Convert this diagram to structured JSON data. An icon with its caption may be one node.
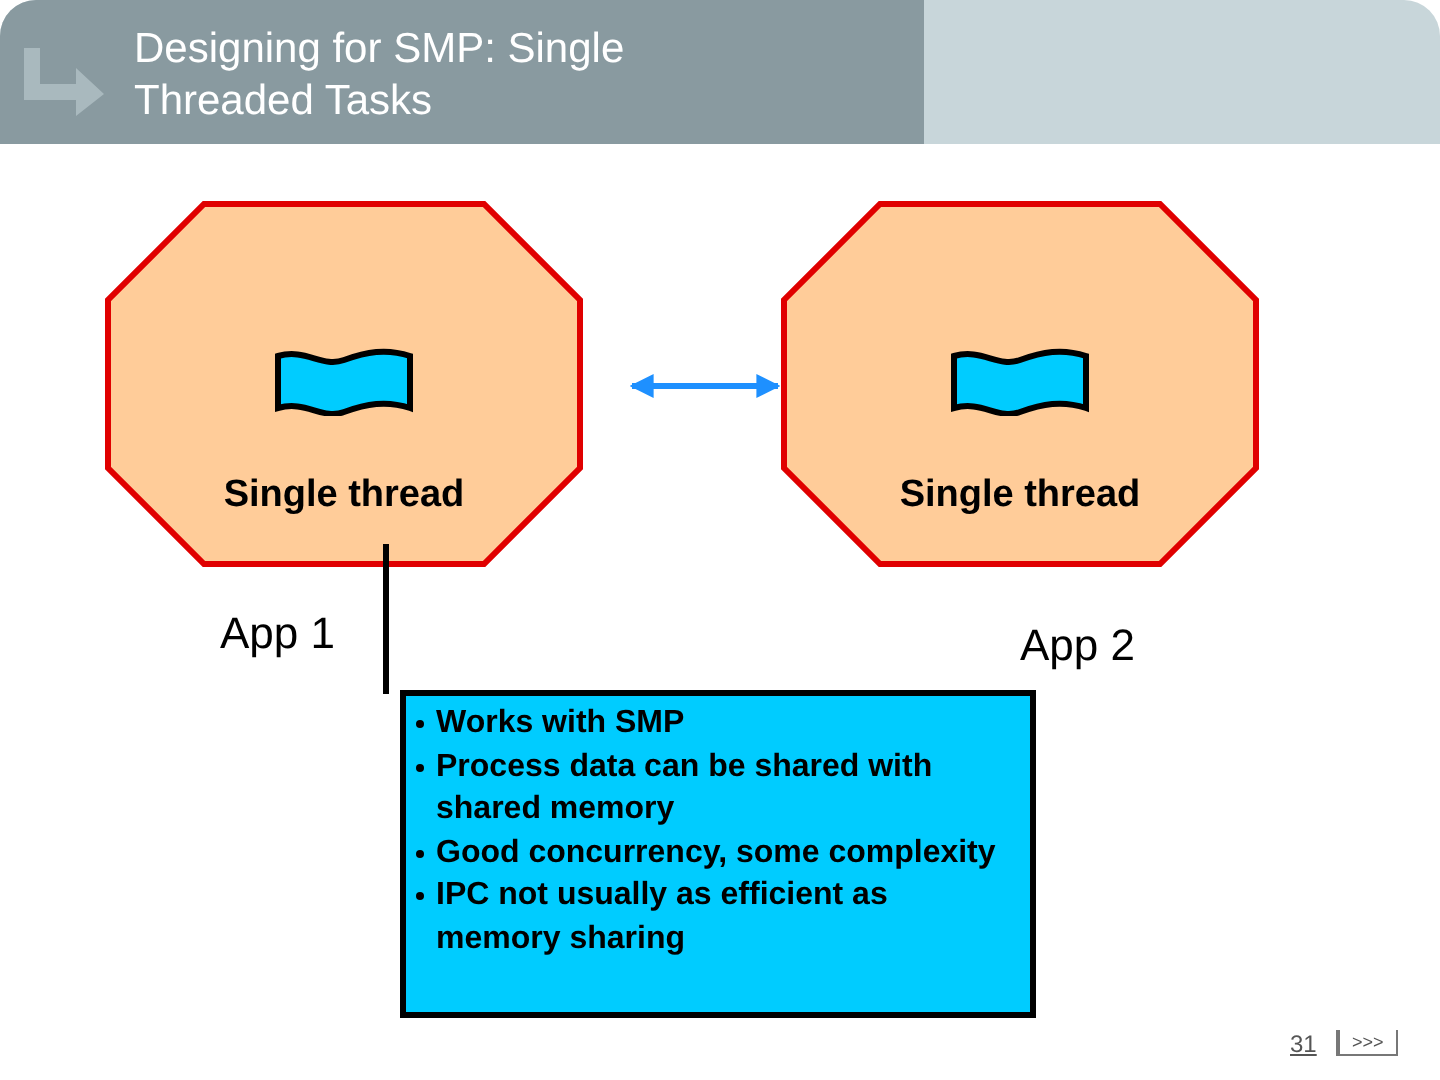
{
  "diagram": {
    "title": "Designing for SMP: Single Threaded Tasks",
    "nodes": [
      {
        "text": [
          "Single thread"
        ]
      },
      {
        "text": [
          "Single thread"
        ]
      },
      {
        "text": [
          "Works with SMP",
          "Process data can be shared with shared memory",
          "Good concurrency, some complexity",
          "IPC not usually as efficient as memory sharing"
        ]
      }
    ],
    "edges": [
      {
        "from": 0,
        "to": 1,
        "arrow": "both",
        "color": "#1e90ff"
      },
      {
        "from": 2,
        "to": 0,
        "arrow": "none",
        "color": "#000000"
      }
    ],
    "labels": [
      "App 1",
      "App 2",
      "31",
      ">>>"
    ]
  }
}
